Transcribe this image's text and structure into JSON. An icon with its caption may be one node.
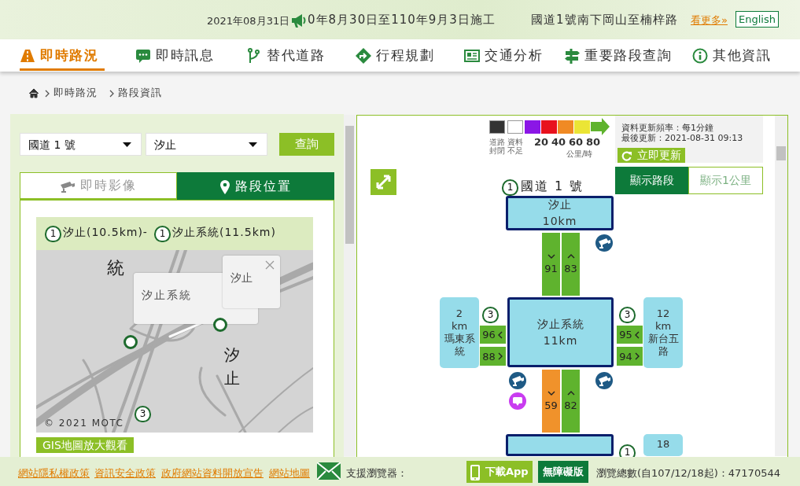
{
  "diagram": {
    "nodes": [
      {
        "text": [
          "汐止",
          "10km"
        ]
      },
      {
        "text": [
          "91"
        ]
      },
      {
        "text": [
          "83"
        ]
      },
      {
        "text": [
          "2 km",
          "瑪東系統"
        ]
      },
      {
        "text": [
          "96"
        ]
      },
      {
        "text": [
          "88"
        ]
      },
      {
        "text": [
          "汐止系統",
          "11km"
        ]
      },
      {
        "text": [
          "95"
        ]
      },
      {
        "text": [
          "94"
        ]
      },
      {
        "text": [
          "12 km",
          "新台五路"
        ]
      },
      {
        "text": [
          "59"
        ]
      },
      {
        "text": [
          "82"
        ]
      },
      {
        "text": [],
        "shape": "box"
      },
      {
        "text": [
          "18"
        ]
      }
    ],
    "labels": [
      "2021年08月31日",
      "0年8月30日至110年9月3日施工",
      "國道1號南下岡山至楠梓路",
      "看更多»",
      "English",
      "即時路況",
      "即時訊息",
      "替代道路",
      "行程規劃",
      "交通分析",
      "重要路段查詢",
      "其他資訊",
      "即時路況",
      "路段資訊",
      "國道 1 號",
      "汐止",
      "查詢",
      "即時影像",
      "路段位置",
      "1",
      "汐止(10.5km)-",
      "1",
      "汐止系統(11.5km)",
      "統",
      "汐止系統",
      "汐止",
      "汐止",
      "3",
      "© 2021 MOTC",
      "GIS地圖放大觀看",
      "20",
      "40",
      "60",
      "80",
      "公里/時",
      "資料更新頻率：每1分鐘",
      "最後更新：2021-08-31 09:13",
      "立即更新",
      "顯示路段",
      "顯示1公里",
      "1",
      "國道 1 號",
      "3",
      "3",
      "1",
      "網站隱私權政策",
      "資訊安全政策",
      "政府網站資料開放宣告",
      "網站地圖",
      "支援瀏覽器：",
      "下載App",
      "無障礙版",
      "瀏覽總數(自107/12/18起)：47170544"
    ],
    "legend": [
      {
        "text": "道路封閉",
        "color": "#333333"
      },
      {
        "text": "資料不足",
        "color": "#ffffff"
      }
    ]
  }
}
